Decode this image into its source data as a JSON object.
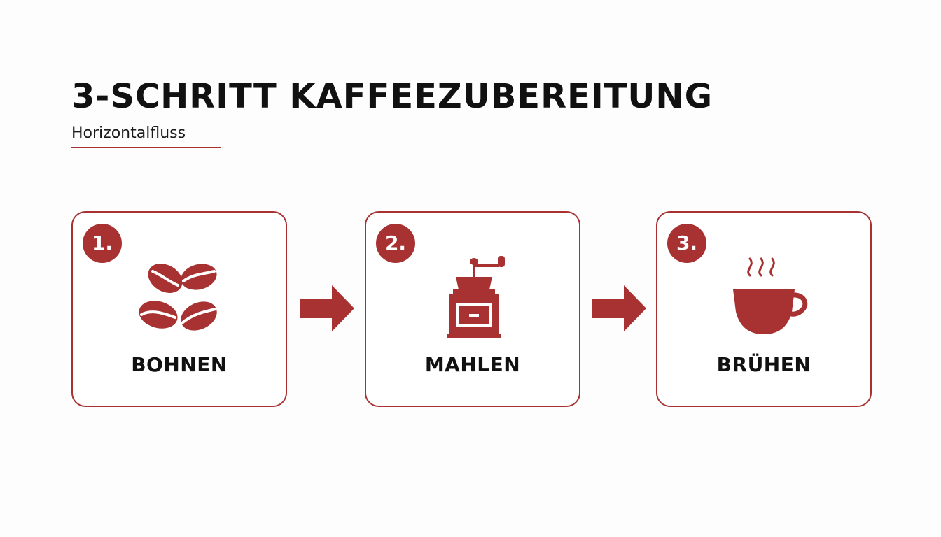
{
  "title": "3-SCHRITT KAFFEEZUBEREITUNG",
  "subtitle": "Horizontalfluss",
  "accent_color": "#a83232",
  "steps": [
    {
      "number": "1.",
      "label": "BOHNEN",
      "icon": "coffee-beans-icon"
    },
    {
      "number": "2.",
      "label": "MAHLEN",
      "icon": "coffee-grinder-icon"
    },
    {
      "number": "3.",
      "label": "BRÜHEN",
      "icon": "coffee-cup-icon"
    }
  ]
}
